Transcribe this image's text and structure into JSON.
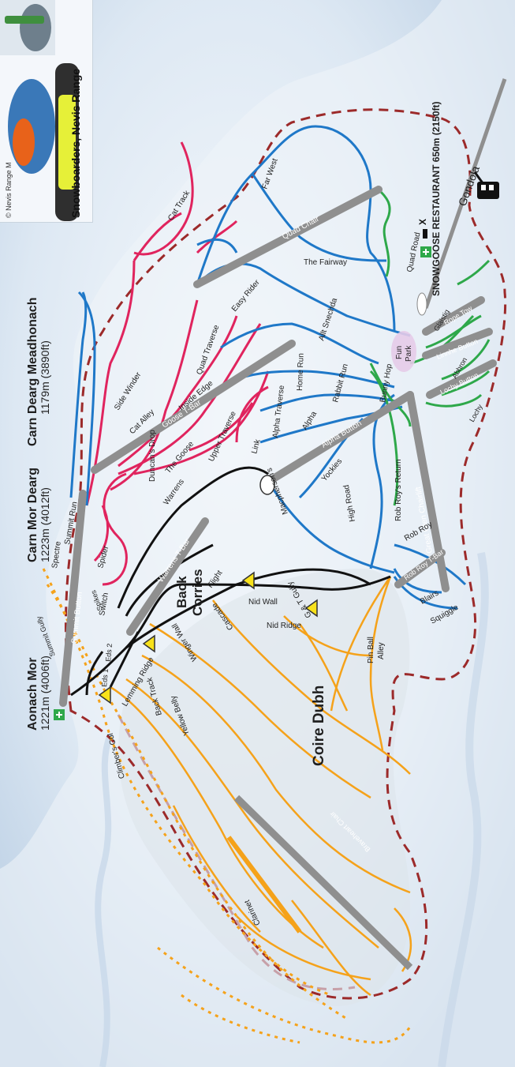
{
  "colors": {
    "blue": "#1f78c8",
    "red": "#e0245e",
    "black": "#111111",
    "orange": "#f5a21a",
    "green": "#2ea84a",
    "lift": "#8f8f8f",
    "boundary": "#9c2a2a",
    "snow_shadow": "#b9cde4"
  },
  "photo": {
    "caption": "Snowboarders, Nevis Range",
    "credit": "© Nevis Range M"
  },
  "peaks": {
    "aonach_mor_name": "Aonach Mor",
    "aonach_mor_height": "1221m (4006ft)",
    "carn_mor_dearg_name": "Carn Mor Dearg",
    "carn_mor_dearg_height": "1223m (4012ft)",
    "carn_dearg_name": "Carn Dearg Meadhonach",
    "carn_dearg_height": "1179m (3890ft)"
  },
  "areas": {
    "back_corries_1": "Back",
    "back_corries_2": "Corries",
    "coire_dubh": "Coire Dubh",
    "fun_park_1": "Fun",
    "fun_park_2": "Park"
  },
  "restaurant": "SNOWGOOSE RESTAURANT 650m (2150ft)",
  "lifts": {
    "gondola": "Gondola",
    "quad_chair": "Quad Chair",
    "goose_tbar": "Goose T-Bar",
    "alpha_button": "Alpha Button",
    "warrens_tbar": "Warrens T-Bar",
    "summit_button": "Summit Button",
    "great_glen_chairlift": "Great Glen Chairlift",
    "rob_roy_tbar": "Rob Roy T-Bar",
    "braveheart_chair": "Braveheart Chair",
    "rope_tow": "Rope Tow",
    "linnhe_button": "Linnhe Button",
    "lochy_button": "Lochy Button"
  },
  "runs": {
    "far_west": "Far West",
    "the_fairway": "The Fairway",
    "quad_road": "Quad Road",
    "easy_rider": "Easy Rider",
    "allt_snechda": "Allt Snechda",
    "home_run": "Home Run",
    "rabbit_run": "Rabbit Run",
    "bunny_hop": "Bunny Hop",
    "quad_traverse": "Quad Traverse",
    "cat_track": "Cat Track",
    "side_winder": "Side Winder",
    "cat_alley": "Cat Alley",
    "inside_edge": "Inside Edge",
    "the_goose": "The Goose",
    "duncans_drop": "Duncan's Drop",
    "upper_traverse": "Upper Traverse",
    "link": "Link",
    "alpha_traverse": "Alpha Traverse",
    "alpha": "Alpha",
    "yockies": "Yockies",
    "macpherson": "Macpherson's",
    "high_road": "High Road",
    "rob_roys_return": "Rob Roy's Return",
    "rob_roy": "Rob Roy",
    "blairs": "Blairs",
    "squiggle": "Squiggle",
    "glaistig": "Glaistig",
    "abhron": "Abhron",
    "lochy": "Lochy",
    "warrens": "Warrens",
    "flight": "Flight",
    "spider": "Spider",
    "summit_run": "Summit Run",
    "spectre": "Spectre",
    "switch": "Switch",
    "eds_1": "Eds 1",
    "eds_2": "Eds 2",
    "lemming_ridge": "Lemming Ridge",
    "nid_wall": "Nid Wall",
    "nid_ridge": "Nid Ridge",
    "cascade": "Cascade",
    "g_and_t_gully": "G & T Gully",
    "pin_ball_alley_1": "Pin Ball",
    "pin_ball_alley_2": "Alley",
    "winger_wall": "Winger Wall",
    "yellow_belly": "Yellow Belly",
    "back_track": "Back Track",
    "climbers_col": "Climber's Col",
    "spikes": "Spikes",
    "summit_gully": "Summit Gully",
    "clarinet": "Clarinet"
  }
}
